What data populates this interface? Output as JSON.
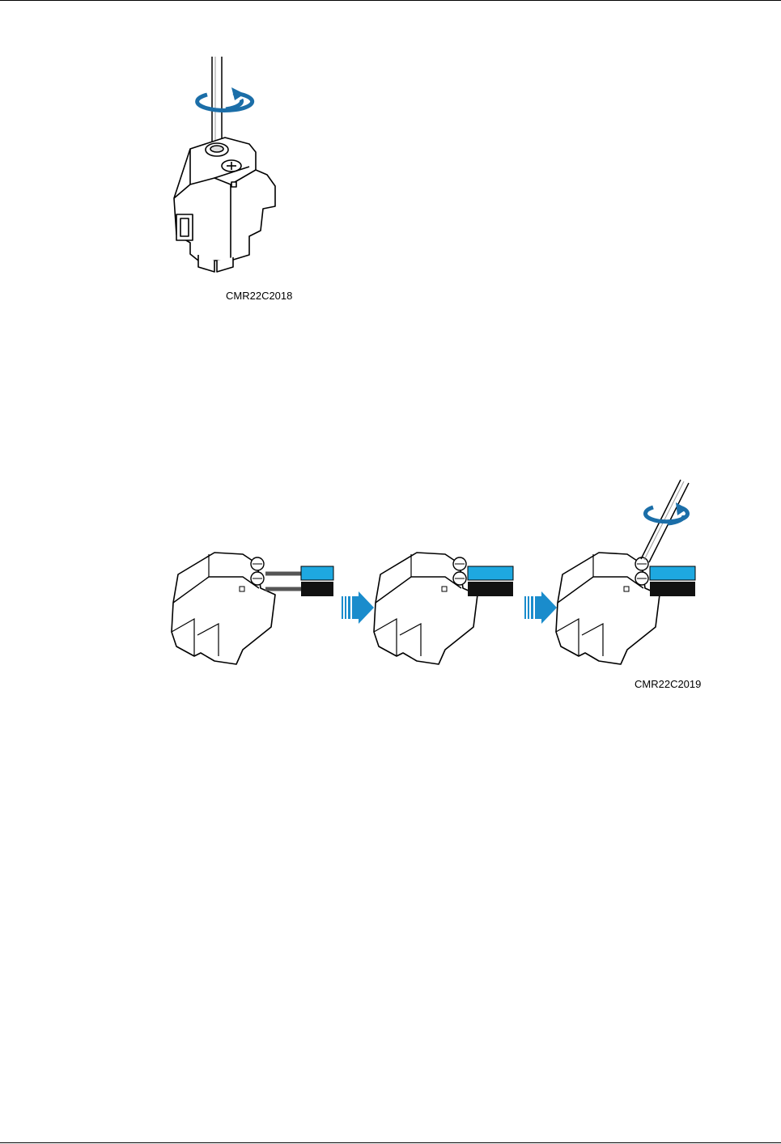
{
  "figures": [
    {
      "caption": "CMR22C2018",
      "subject": "connector-top-screw-tightening"
    },
    {
      "caption": "CMR22C2019",
      "subject": "connector-cable-insertion-sequence",
      "steps": [
        "insert-cables",
        "cables-inserted",
        "tighten-screw"
      ]
    }
  ],
  "colors": {
    "rotation_arrow": "#1b6ea8",
    "step_arrow": "#1a8ccc",
    "cable_blue": "#1ea8e0",
    "cable_black": "#111111",
    "outline": "#000000"
  },
  "icons": [
    "rotate-arrow-icon",
    "step-arrow-icon",
    "screwdriver-icon"
  ]
}
